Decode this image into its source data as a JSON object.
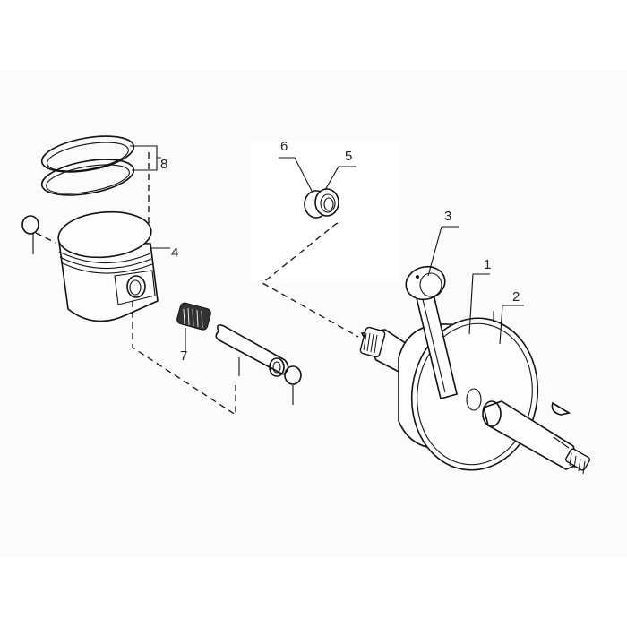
{
  "diagram": {
    "type": "exploded-parts-diagram",
    "subject": "piston and crankshaft assembly",
    "background": "#fbfbfb",
    "line_color": "#111111",
    "callouts": [
      {
        "id": "1",
        "label": "1",
        "part": "crankshaft-half-left"
      },
      {
        "id": "2",
        "label": "2",
        "part": "crankshaft-half-right"
      },
      {
        "id": "3",
        "label": "3",
        "part": "connecting-rod"
      },
      {
        "id": "4",
        "label": "4",
        "part": "piston"
      },
      {
        "id": "5",
        "label": "5",
        "part": "bearing"
      },
      {
        "id": "6",
        "label": "6",
        "part": "oil-seal"
      },
      {
        "id": "7",
        "label": "7",
        "part": "needle-roller-cage"
      },
      {
        "id": "8",
        "label": "8",
        "part": "piston-rings"
      }
    ]
  }
}
